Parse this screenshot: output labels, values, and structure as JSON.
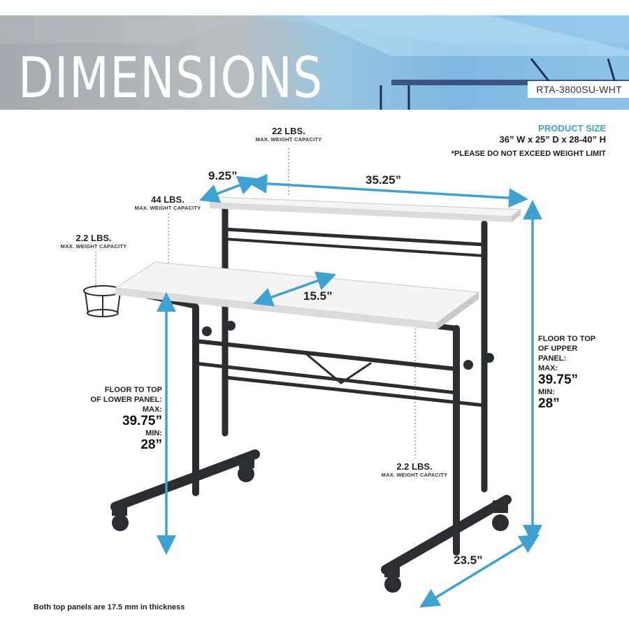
{
  "header": {
    "title": "DIMENSIONS",
    "model": "RTA-3800SU-WHT"
  },
  "product_size": {
    "heading": "PRODUCT SIZE",
    "value": "36” W x 25” D x 28-40” H",
    "warning": "*PLEASE DO NOT EXCEED WEIGHT LIMIT"
  },
  "capacities": {
    "upper_panel": {
      "value": "22 LBS.",
      "label": "MAX. WEIGHT CAPACITY"
    },
    "lower_panel": {
      "value": "44 LBS.",
      "label": "MAX. WEIGHT CAPACITY"
    },
    "cup_holder": {
      "value": "2.2 LBS.",
      "label": "MAX. WEIGHT CAPACITY"
    },
    "side_hook": {
      "value": "2.2 LBS.",
      "label": "MAX. WEIGHT CAPACITY"
    }
  },
  "dimensions": {
    "upper_depth": "9.25”",
    "upper_width": "35.25”",
    "lower_depth": "15.5”",
    "base_depth": "23.5”"
  },
  "upper_height": {
    "label_lines": [
      "FLOOR TO TOP",
      "OF UPPER",
      "PANEL:"
    ],
    "max_label": "MAX:",
    "max_value": "39.75”",
    "min_label": "MIN:",
    "min_value": "28”"
  },
  "lower_height": {
    "label_lines": [
      "FLOOR TO TOP",
      "OF LOWER PANEL:"
    ],
    "max_label": "MAX:",
    "max_value": "39.75”",
    "min_label": "MIN:",
    "min_value": "28”"
  },
  "footnote": "Both top panels are 17.5 mm in thickness",
  "colors": {
    "accent": "#3ba2d1",
    "frame": "#2b2d30",
    "panel": "#f2f2f2"
  }
}
